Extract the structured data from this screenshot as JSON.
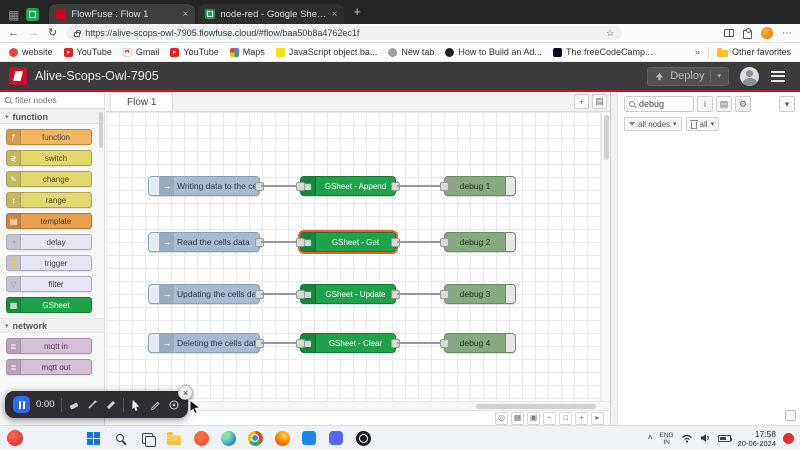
{
  "browser": {
    "tabs": [
      {
        "title": "FlowFuse : Flow 1"
      },
      {
        "title": "node-red - Google Sheets"
      }
    ],
    "url": "https://alive-scops-owl-7905.flowfuse.cloud/#flow/baa50b8a4762ec1f",
    "bookmarks": [
      "website",
      "YouTube",
      "Gmail",
      "YouTube",
      "Maps",
      "JavaScript object ba...",
      "New tab",
      "How to Build an Ad...",
      "The freeCodeCamp...",
      "Other favorites"
    ]
  },
  "header": {
    "title": "Alive-Scops-Owl-7905",
    "deploy_label": "Deploy"
  },
  "palette": {
    "search_placeholder": "filter nodes",
    "categories": [
      {
        "label": "function",
        "items": [
          "function",
          "switch",
          "change",
          "range",
          "template",
          "delay",
          "trigger",
          "filter",
          "GSheet"
        ]
      },
      {
        "label": "network",
        "items": [
          "mqtt in",
          "mqtt out"
        ]
      }
    ]
  },
  "workspace": {
    "tab_label": "Flow 1"
  },
  "flows": [
    {
      "inject": "Writing data to the cells",
      "gsheet": "GSheet - Append",
      "debug": "debug 1"
    },
    {
      "inject": "Read the cells data",
      "gsheet": "GSheet - Get",
      "debug": "debug 2"
    },
    {
      "inject": "Updating the cells data",
      "gsheet": "GSheet - Update",
      "debug": "debug 3"
    },
    {
      "inject": "Deleting the cells data",
      "gsheet": "GSheet - Clear",
      "debug": "debug 4"
    }
  ],
  "sidebar": {
    "search_value": "debug",
    "filter_nodes_label": "all nodes",
    "filter_all_label": "all"
  },
  "recorder": {
    "time": "0:00"
  },
  "taskbar": {
    "language_line1": "ENG",
    "language_line2": "IN",
    "time": "17:58",
    "date": "20-06-2024"
  },
  "icons": {
    "grid": "▦",
    "close": "×",
    "plus": "+",
    "back": "←",
    "forward": "→",
    "refresh": "↻",
    "star": "☆",
    "ellipsis": "⋯",
    "chevron_down": "▾",
    "chevron_right": "▸",
    "chevron_up": "^",
    "double_chevron": "»",
    "menu_list": "▤",
    "info": "i",
    "gear": "⚙",
    "node_function": "ƒ",
    "node_switch": "≷",
    "node_change": "✎",
    "node_range": "↕",
    "node_template": "▤",
    "node_delay": "◔",
    "node_trigger": "⚡",
    "node_filter": "▽",
    "node_gsheet": "▦",
    "node_mqtt": "≣",
    "inject_arrow": "→",
    "debug_lines": "≡",
    "zoom_out": "−",
    "zoom_reset": "□",
    "zoom_in": "+",
    "focus": "◎",
    "navigator": "▣"
  },
  "colors": {
    "flowfuse_red": "#c8102e",
    "inject_node": "#a6bbcf",
    "gsheet_node": "#1fa34a",
    "debug_node": "#87a980",
    "selection": "#ff5a1f",
    "node_function": "#f4b55e",
    "node_yellow": "#e2d96e",
    "node_template": "#e8a04c",
    "node_pale": "#e7e4f3",
    "node_mqtt": "#d8bfd8",
    "recorder_blue": "#2e6bf0",
    "taskbar_badge": "#e02f2f"
  }
}
